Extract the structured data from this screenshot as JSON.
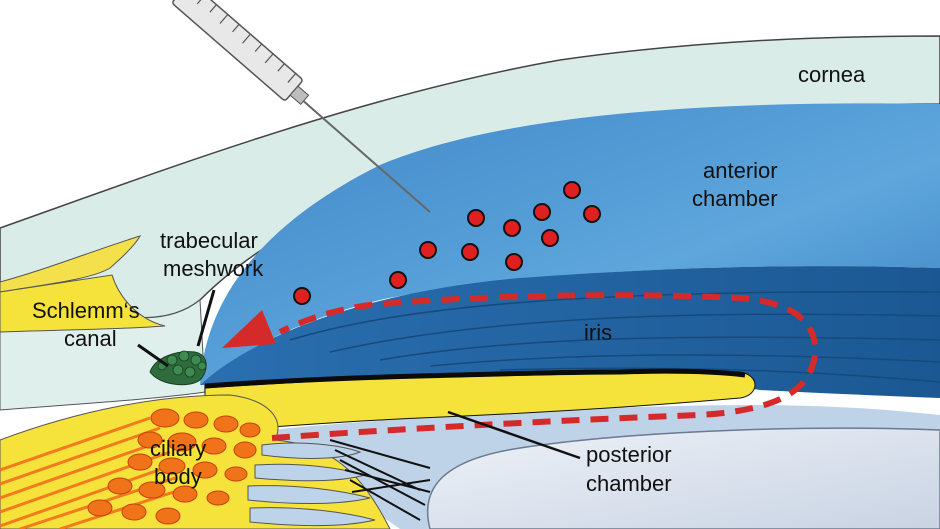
{
  "labels": {
    "cornea": "cornea",
    "anterior_chamber": [
      "anterior",
      "chamber"
    ],
    "trabecular_meshwork": [
      "trabecular",
      "meshwork"
    ],
    "schlemms_canal": [
      "Schlemm‘s",
      "canal"
    ],
    "iris": "iris",
    "ciliary_body": [
      "ciliary",
      "body"
    ],
    "posterior_chamber": [
      "posterior",
      "chamber"
    ]
  },
  "colors": {
    "cornea": "#d9ece8",
    "anterior_chamber": "#4f97d2",
    "iris": "#1f5f9d",
    "sclera_yellow": "#f5e23a",
    "ciliary_muscle": "#f47a1e",
    "lens": "#d6dde8",
    "particles": "#e02020",
    "flow_arrow": "#d42a2a",
    "trabecular": "#2e6b3d"
  }
}
